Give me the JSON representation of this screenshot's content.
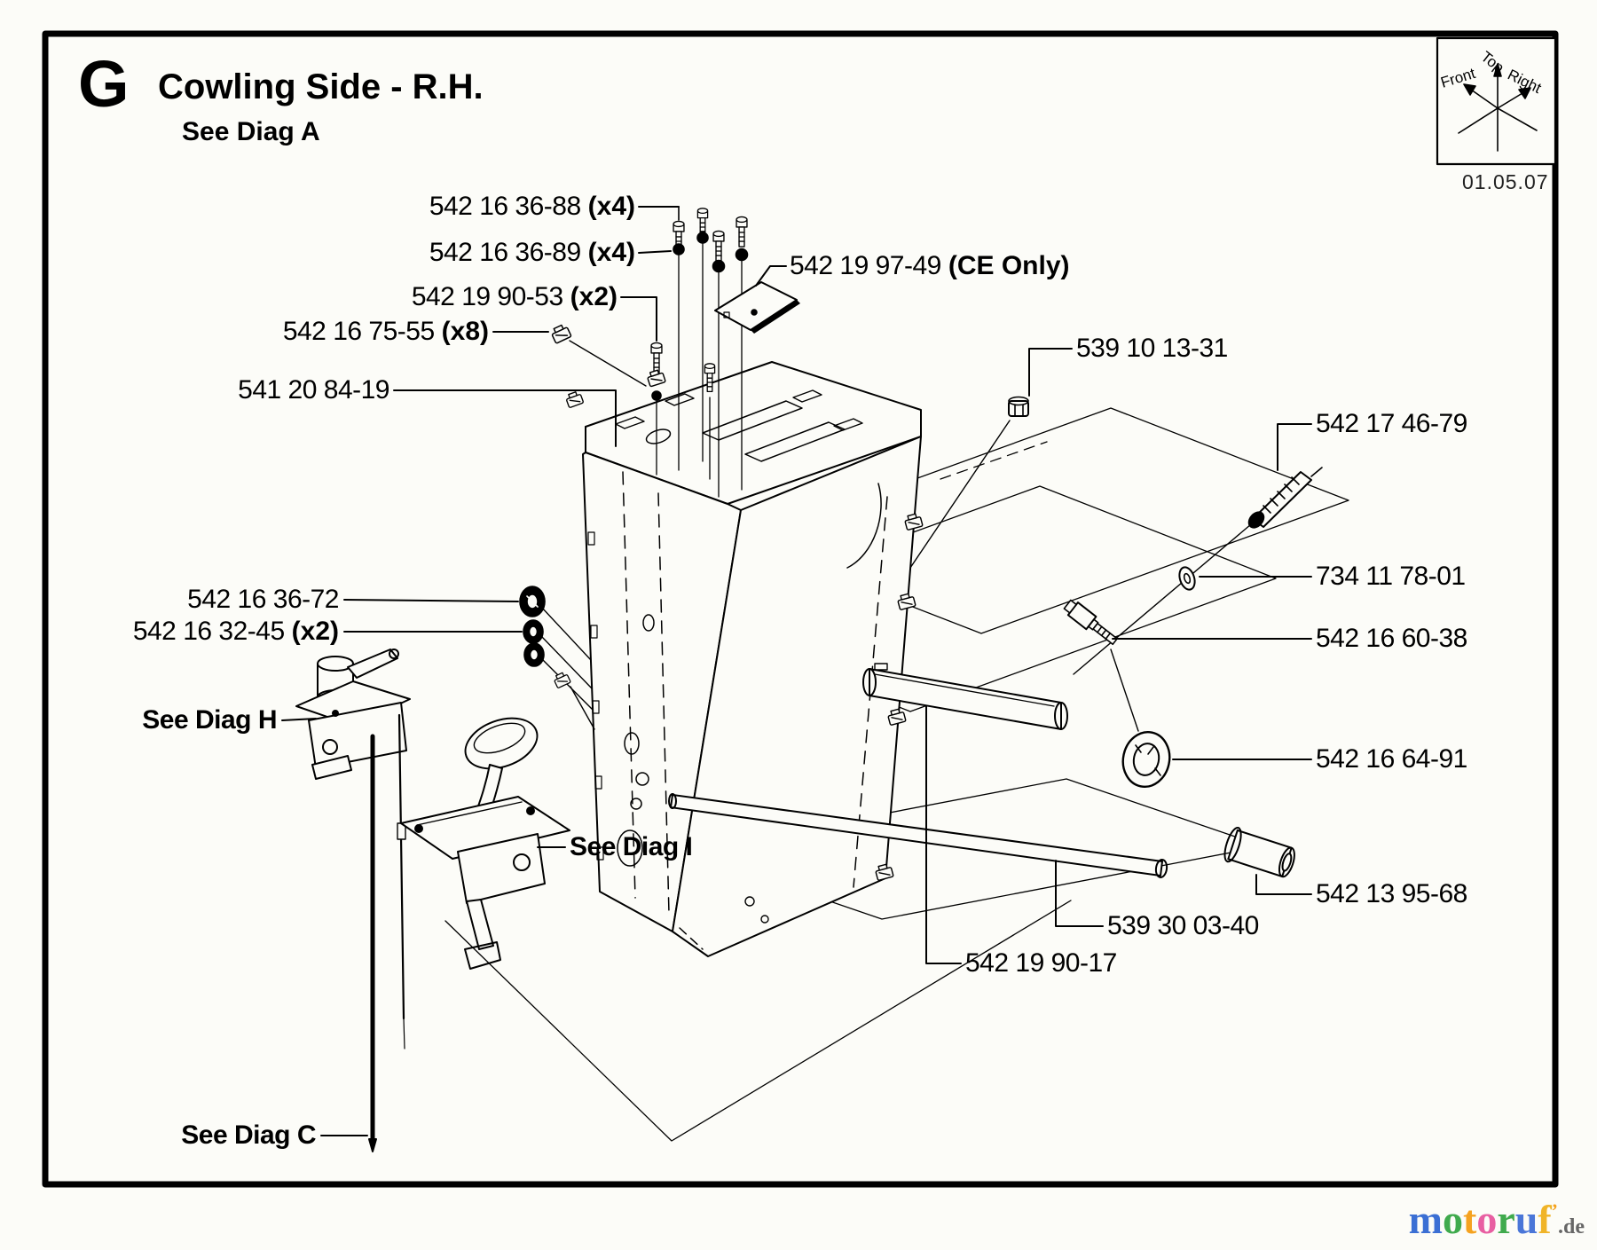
{
  "page": {
    "letter": "G",
    "title": "Cowling Side - R.H.",
    "subtitle": "See Diag A",
    "date": "01.05.07"
  },
  "compass": {
    "top": "Top",
    "front": "Front",
    "right": "Right"
  },
  "labels": [
    {
      "text": "542 16 36-88",
      "suffix": "(x4)"
    },
    {
      "text": "542 16 36-89",
      "suffix": "(x4)"
    },
    {
      "text": "542 19 90-53",
      "suffix": "(x2)"
    },
    {
      "text": "542 16 75-55",
      "suffix": "(x8)"
    },
    {
      "text": "541 20 84-19",
      "suffix": ""
    },
    {
      "text": "542 19 97-49",
      "suffix": "(CE Only)"
    },
    {
      "text": "539 10 13-31",
      "suffix": ""
    },
    {
      "text": "542 17 46-79",
      "suffix": ""
    },
    {
      "text": "734 11 78-01",
      "suffix": ""
    },
    {
      "text": "542 16 60-38",
      "suffix": ""
    },
    {
      "text": "542 16 36-72",
      "suffix": ""
    },
    {
      "text": "542 16 32-45",
      "suffix": "(x2)"
    },
    {
      "text": "542 16 64-91",
      "suffix": ""
    },
    {
      "text": "See Diag H",
      "suffix": ""
    },
    {
      "text": "See Diag I",
      "suffix": ""
    },
    {
      "text": "542 13 95-68",
      "suffix": ""
    },
    {
      "text": "539 30 03-40",
      "suffix": ""
    },
    {
      "text": "542 19 90-17",
      "suffix": ""
    },
    {
      "text": "See Diag C",
      "suffix": ""
    }
  ],
  "watermark": {
    "letters": [
      {
        "ch": "m",
        "color": "#3b6fd4"
      },
      {
        "ch": "o",
        "color": "#3faa4d"
      },
      {
        "ch": "t",
        "color": "#f5a21f"
      },
      {
        "ch": "o",
        "color": "#e85fa2"
      },
      {
        "ch": "r",
        "color": "#3faa4d"
      },
      {
        "ch": "u",
        "color": "#4a76d8"
      },
      {
        "ch": "f",
        "color": "#f0b428"
      }
    ],
    "tick": "’",
    "tick_color": "#f5a21f",
    "suffix": ".de",
    "suffix_color": "#666666"
  },
  "colors": {
    "ink": "#000000",
    "paper": "#fcfcf8"
  }
}
